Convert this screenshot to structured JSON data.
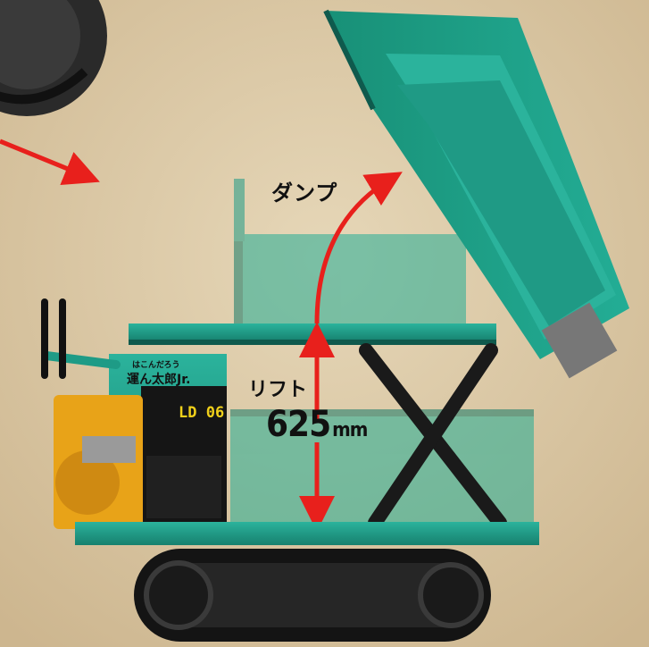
{
  "annotations": {
    "dump_label": "ダンプ",
    "lift_label": "リフト",
    "lift_value": "625",
    "lift_unit": "mm"
  },
  "machine": {
    "badge_furigana": "はこんだろう",
    "badge_name": "運ん太郎Jr.",
    "model": "LD 06"
  },
  "colors": {
    "body_green": "#1e9b86",
    "arrow_red": "#e8201c",
    "engine_yellow": "#e8a318",
    "background_sand": "#d8c6a3"
  }
}
